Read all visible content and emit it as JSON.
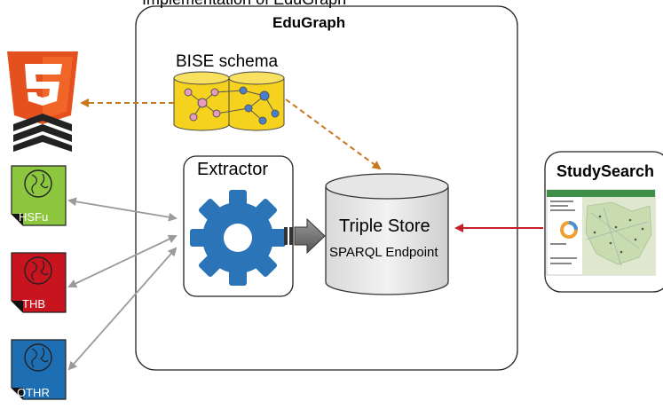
{
  "diagram": {
    "top_caption": "Implementation of EduGraph",
    "container_title": "EduGraph",
    "schema": {
      "label": "BISE schema"
    },
    "extractor": {
      "label": "Extractor"
    },
    "triple_store": {
      "title": "Triple Store",
      "subtitle": "SPARQL Endpoint"
    },
    "study_search": {
      "title": "StudySearch"
    },
    "sources": [
      {
        "label": "HSFu",
        "color": "#8dc63f"
      },
      {
        "label": "THB",
        "color": "#c8141e"
      },
      {
        "label": "OTHR",
        "color": "#1e6eb4"
      }
    ],
    "colors": {
      "gear": "#2b74b8",
      "schema_db": "#f5d21e",
      "dashed_arrow": "#c8781e",
      "query_arrow": "#c81e28",
      "flow_arrow": "#9b9b9b",
      "html5": "#e4501e"
    },
    "icons": [
      "html5-icon",
      "gear-icon",
      "database-icon",
      "globe-icon",
      "app-screenshot-icon"
    ]
  }
}
